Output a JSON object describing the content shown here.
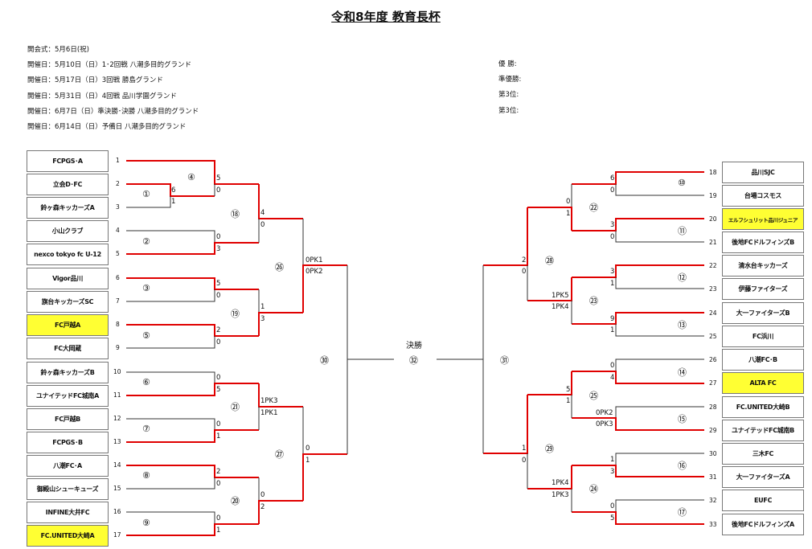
{
  "title": "令和8年度 教育長杯",
  "schedule": [
    "開会式：5月6日(祝)",
    "開催日：5月10日（日）1･2回戦 八潮多目的グランド",
    "開催日：5月17日（日）3回戦 勝島グランド",
    "開催日：5月31日（日）4回戦 品川学園グランド",
    "開催日：6月7日（日）準決勝･決勝 八潮多目的グランド",
    "開催日：6月14日（日）予備日 八潮多目的グランド"
  ],
  "placings": [
    "優 勝:",
    "準優勝:",
    "第3位:",
    "第3位:"
  ],
  "left_teams": [
    {
      "seed": "1",
      "name": "FCPGS･A",
      "highlight": false
    },
    {
      "seed": "2",
      "name": "立会D･FC",
      "highlight": false
    },
    {
      "seed": "3",
      "name": "鈴ヶ森キッカーズA",
      "highlight": false
    },
    {
      "seed": "4",
      "name": "小山クラブ",
      "highlight": false
    },
    {
      "seed": "5",
      "name": "nexco tokyo fc U-12",
      "highlight": false
    },
    {
      "seed": "6",
      "name": "Vigor品川",
      "highlight": false
    },
    {
      "seed": "7",
      "name": "旗台キッカーズSC",
      "highlight": false
    },
    {
      "seed": "8",
      "name": "FC戸越A",
      "highlight": true
    },
    {
      "seed": "9",
      "name": "FC大岡蔵",
      "highlight": false
    },
    {
      "seed": "10",
      "name": "鈴ヶ森キッカーズB",
      "highlight": false
    },
    {
      "seed": "11",
      "name": "ユナイテッドFC城南A",
      "highlight": false
    },
    {
      "seed": "12",
      "name": "FC戸越B",
      "highlight": false
    },
    {
      "seed": "13",
      "name": "FCPGS･B",
      "highlight": false
    },
    {
      "seed": "14",
      "name": "八潮FC･A",
      "highlight": false
    },
    {
      "seed": "15",
      "name": "御殿山シューキューズ",
      "highlight": false
    },
    {
      "seed": "16",
      "name": "INFINE大井FC",
      "highlight": false
    },
    {
      "seed": "17",
      "name": "FC.UNITED大崎A",
      "highlight": true
    }
  ],
  "right_teams": [
    {
      "seed": "18",
      "name": "品川SJC",
      "highlight": false
    },
    {
      "seed": "19",
      "name": "台場コスモス",
      "highlight": false
    },
    {
      "seed": "20",
      "name": "エルフシュリット品川ジュニア",
      "highlight": true
    },
    {
      "seed": "21",
      "name": "後地FCドルフィンズB",
      "highlight": false
    },
    {
      "seed": "22",
      "name": "清水台キッカーズ",
      "highlight": false
    },
    {
      "seed": "23",
      "name": "伊藤ファイターズ",
      "highlight": false
    },
    {
      "seed": "24",
      "name": "大一ファイターズB",
      "highlight": false
    },
    {
      "seed": "25",
      "name": "FC浜川",
      "highlight": false
    },
    {
      "seed": "26",
      "name": "八潮FC･B",
      "highlight": false
    },
    {
      "seed": "27",
      "name": "ALTA FC",
      "highlight": true
    },
    {
      "seed": "28",
      "name": "FC.UNITED大崎B",
      "highlight": false
    },
    {
      "seed": "29",
      "name": "ユナイテッドFC城南B",
      "highlight": false
    },
    {
      "seed": "30",
      "name": "三木FC",
      "highlight": false
    },
    {
      "seed": "31",
      "name": "大一ファイターズA",
      "highlight": false
    },
    {
      "seed": "32",
      "name": "EUFC",
      "highlight": false
    },
    {
      "seed": "33",
      "name": "後地FCドルフィンズA",
      "highlight": false
    }
  ],
  "match_numbers": {
    "m1": "①",
    "m2": "②",
    "m3": "③",
    "m4": "④",
    "m5": "⑤",
    "m6": "⑥",
    "m7": "⑦",
    "m8": "⑧",
    "m9": "⑨",
    "m10": "⑩",
    "m11": "⑪",
    "m12": "⑫",
    "m13": "⑬",
    "m14": "⑭",
    "m15": "⑮",
    "m16": "⑯",
    "m17": "⑰",
    "m18": "⑱",
    "m19": "⑲",
    "m20": "⑳",
    "m21": "㉑",
    "m22": "㉒",
    "m23": "㉓",
    "m24": "㉔",
    "m25": "㉕",
    "m26": "㉖",
    "m27": "㉗",
    "m28": "㉘",
    "m29": "㉙",
    "m30": "㉚",
    "m31": "㉛",
    "m32": "㉜"
  },
  "final_label": "決勝",
  "scores": {
    "m1_top": "6",
    "m1_bot": "1",
    "m4_top": "5",
    "m4_bot": "0",
    "m2_top": "0",
    "m2_bot": "3",
    "m3_top": "5",
    "m3_bot": "0",
    "m5_top": "2",
    "m5_bot": "0",
    "m6_top": "0",
    "m6_bot": "5",
    "m7_top": "0",
    "m7_bot": "1",
    "m8_top": "2",
    "m8_bot": "0",
    "m9_top": "0",
    "m9_bot": "1",
    "m18_top": "4",
    "m18_bot": "0",
    "m19_top": "1",
    "m19_bot": "3",
    "m21_top": "1PK3",
    "m21_bot": "1PK1",
    "m20_top": "0",
    "m20_bot": "2",
    "m26_top": "0PK1",
    "m26_bot": "0PK2",
    "m27_top": "0",
    "m27_bot": "1",
    "m10_top": "6",
    "m10_bot": "0",
    "m11_top": "3",
    "m11_bot": "0",
    "m12_top": "3",
    "m12_bot": "1",
    "m13_top": "9",
    "m13_bot": "1",
    "m14_top": "0",
    "m14_bot": "4",
    "m15_top": "0PK2",
    "m15_bot": "0PK3",
    "m16_top": "1",
    "m16_bot": "3",
    "m17_top": "0",
    "m17_bot": "5",
    "m22_top": "0",
    "m22_bot": "1",
    "m23_top": "1PK5",
    "m23_bot": "1PK4",
    "m25_top": "5",
    "m25_bot": "1",
    "m24_top": "1PK4",
    "m24_bot": "1PK3",
    "m28_top": "2",
    "m28_bot": "0",
    "m29_top": "1",
    "m29_bot": "0"
  }
}
